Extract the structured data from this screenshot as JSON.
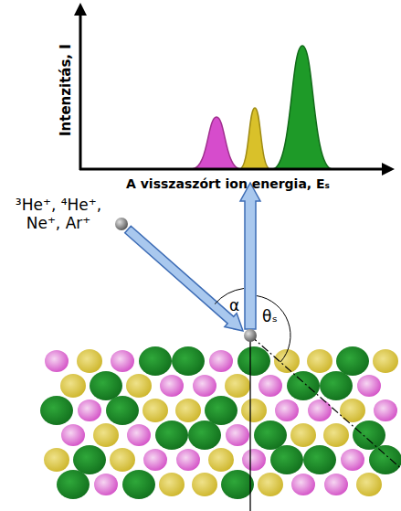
{
  "diagram": {
    "labels": [
      "Intenzitás, I",
      "A visszaszórt ion energia, Eₛ",
      "³He⁺, ⁴He⁺, Ne⁺, Ar⁺",
      "α",
      "θₛ"
    ]
  }
}
